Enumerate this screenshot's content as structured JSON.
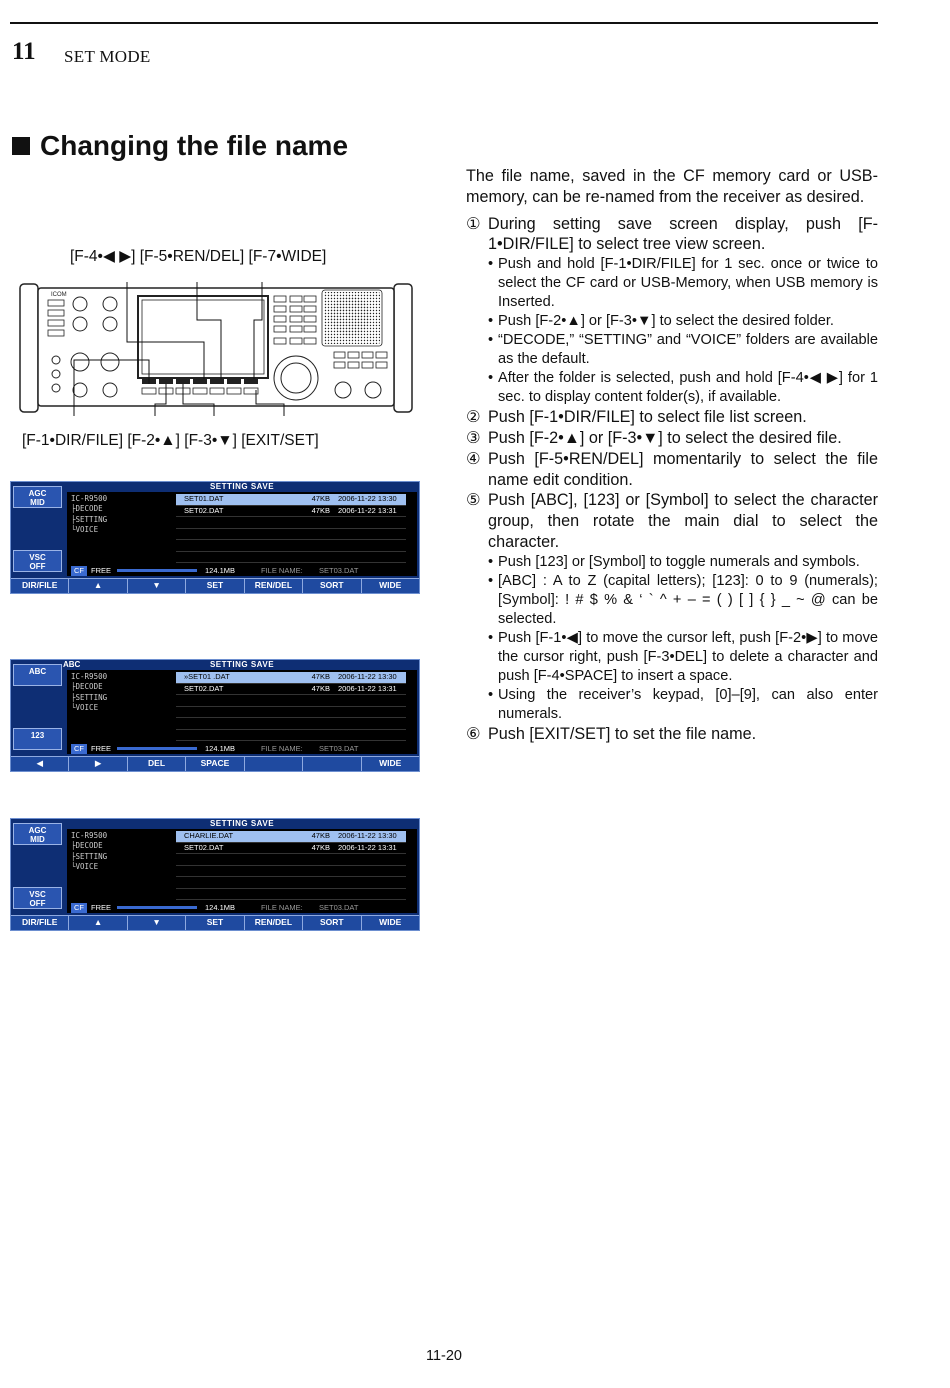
{
  "header": {
    "chapter_number": "11",
    "chapter_title": "SET MODE"
  },
  "section_title": "Changing the file name",
  "intro": "The file name, saved in the CF memory card or USB-memory, can be re-named from the receiver as desired.",
  "diagram_labels": {
    "top": "[F-4•◀ ▶] [F-5•REN/DEL] [F-7•WIDE]",
    "bottom": "[F-1•DIR/FILE] [F-2•▲] [F-3•▼] [EXIT/SET]",
    "brand": "ICOM"
  },
  "steps": [
    {
      "num": "①",
      "text": "During setting save screen display, push [F-1•DIR/FILE] to select tree view screen.",
      "bullets": [
        "Push and hold [F-1•DIR/FILE] for 1 sec. once or twice to select the CF card or USB-Memory, when USB memory is Inserted.",
        "Push [F-2•▲] or [F-3•▼] to select the desired folder.",
        "“DECODE,” “SETTING” and “VOICE” folders are available as the default.",
        "After the folder is selected, push and hold [F-4•◀ ▶] for 1 sec. to display content folder(s), if available."
      ]
    },
    {
      "num": "②",
      "text": "Push [F-1•DIR/FILE] to select file list screen.",
      "bullets": []
    },
    {
      "num": "③",
      "text": "Push [F-2•▲] or [F-3•▼] to select the desired file.",
      "bullets": []
    },
    {
      "num": "④",
      "text": "Push [F-5•REN/DEL] momentarily to select the file name edit condition.",
      "bullets": []
    },
    {
      "num": "⑤",
      "text": "Push [ABC], [123] or [Symbol] to select the character group, then rotate the main dial to select the character.",
      "bullets": [
        "Push [123] or [Symbol] to toggle numerals and symbols.",
        "[ABC] : A to Z (capital letters); [123]: 0 to 9 (numerals); [Symbol]: ! # $ % & ‘ ` ^ + – = ( ) [ ] { } _ ~ @ can be selected.",
        "Push [F-1•◀] to move the cursor left, push [F-2•▶] to move the cursor right, push [F-3•DEL] to delete a character and push [F-4•SPACE] to insert a space.",
        "Using the receiver’s keypad, [0]–[9], can also enter numerals."
      ]
    },
    {
      "num": "⑥",
      "text": "Push [EXIT/SET] to set the file name.",
      "bullets": []
    }
  ],
  "screens": [
    {
      "title": "SETTING SAVE",
      "mode": "",
      "side": [
        "AGC\nMID",
        "VSC\nOFF"
      ],
      "tree": [
        "IC-R9500",
        "├DECODE",
        "├SETTING",
        "└VOICE"
      ],
      "files": [
        {
          "name": "SET01.DAT",
          "size": "47KB",
          "date": "2006-11-22 13:30",
          "sel": true
        },
        {
          "name": "SET02.DAT",
          "size": "47KB",
          "date": "2006-11-22 13:31",
          "sel": false
        }
      ],
      "info": {
        "media": "CF",
        "free_label": "FREE",
        "free": "124.1MB",
        "fname_label": "FILE NAME:",
        "fname": "SET03.DAT"
      },
      "keys": [
        "DIR/FILE",
        "▲",
        "▼",
        "SET",
        "REN/DEL",
        "SORT",
        "WIDE"
      ]
    },
    {
      "title": "SETTING SAVE",
      "mode": "ABC",
      "side": [
        "ABC",
        "123"
      ],
      "tree": [
        "IC-R9500",
        "├DECODE",
        "├SETTING",
        "└VOICE"
      ],
      "files": [
        {
          "name": "»SET01     .DAT",
          "size": "47KB",
          "date": "2006-11-22 13:30",
          "sel": true
        },
        {
          "name": "SET02.DAT",
          "size": "47KB",
          "date": "2006-11-22 13:31",
          "sel": false
        }
      ],
      "info": {
        "media": "CF",
        "free_label": "FREE",
        "free": "124.1MB",
        "fname_label": "FILE NAME:",
        "fname": "SET03.DAT"
      },
      "keys": [
        "◀",
        "▶",
        "DEL",
        "SPACE",
        "",
        "",
        "WIDE"
      ]
    },
    {
      "title": "SETTING SAVE",
      "mode": "",
      "side": [
        "AGC\nMID",
        "VSC\nOFF"
      ],
      "tree": [
        "IC-R9500",
        "├DECODE",
        "├SETTING",
        "└VOICE"
      ],
      "files": [
        {
          "name": "CHARLIE.DAT",
          "size": "47KB",
          "date": "2006-11-22 13:30",
          "sel": true
        },
        {
          "name": "SET02.DAT",
          "size": "47KB",
          "date": "2006-11-22 13:31",
          "sel": false
        }
      ],
      "info": {
        "media": "CF",
        "free_label": "FREE",
        "free": "124.1MB",
        "fname_label": "FILE NAME:",
        "fname": "SET03.DAT"
      },
      "keys": [
        "DIR/FILE",
        "▲",
        "▼",
        "SET",
        "REN/DEL",
        "SORT",
        "WIDE"
      ]
    }
  ],
  "footer": "11-20"
}
